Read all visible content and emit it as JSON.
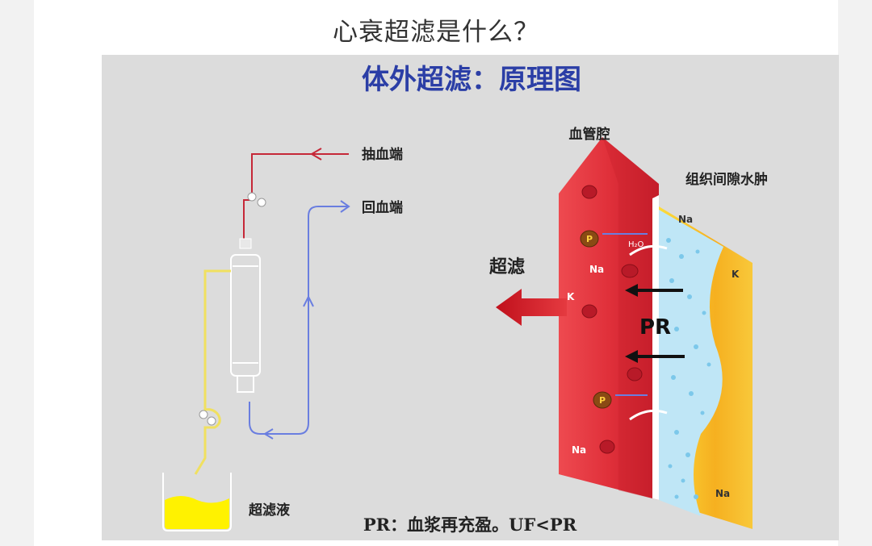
{
  "page": {
    "title": "心衰超滤是什么？"
  },
  "diagram": {
    "title": "体外超滤：原理图",
    "labels": {
      "draw_end": "抽血端",
      "return_end": "回血端",
      "ultrafiltrate": "超滤液",
      "vessel_lumen": "血管腔",
      "tissue_edema": "组织间隙水肿",
      "ultrafiltration": "超滤",
      "pr": "PR",
      "h2o": "H₂O",
      "na": "Na",
      "k": "K",
      "p": "P"
    },
    "caption": "PR：血浆再充盈。UF<PR",
    "colors": {
      "background": "#dcdcdc",
      "title_text": "#2b3ea6",
      "vessel": "#e0303a",
      "tissue": "#f5b820",
      "blood_line": "#c62838",
      "return_line": "#6a7ee0",
      "filtrate_line": "#f0e060",
      "filtrate_liquid": "#fff200"
    }
  }
}
